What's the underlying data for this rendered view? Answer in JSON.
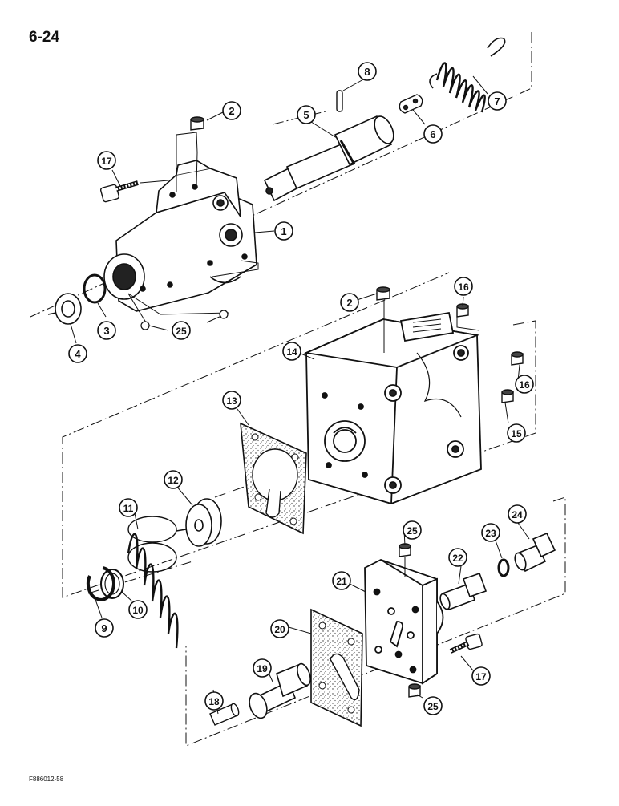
{
  "page_number": "6-24",
  "figure_code": "F886012-58",
  "callouts": [
    "1",
    "2",
    "2",
    "3",
    "4",
    "5",
    "6",
    "7",
    "8",
    "9",
    "10",
    "11",
    "12",
    "13",
    "14",
    "15",
    "16",
    "16",
    "17",
    "17",
    "18",
    "19",
    "20",
    "21",
    "22",
    "23",
    "24",
    "25",
    "25",
    "25"
  ]
}
